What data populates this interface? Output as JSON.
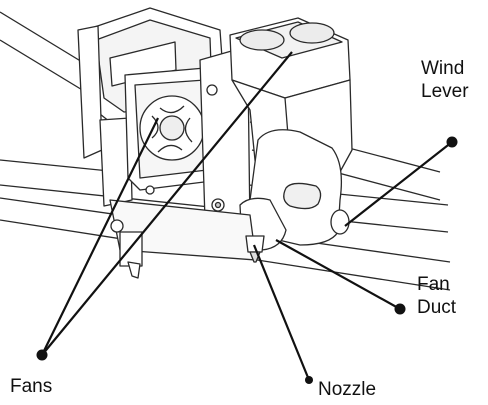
{
  "labels": {
    "wind_lever": {
      "line1": "Wind",
      "line2": "Lever"
    },
    "fan_duct": {
      "line1": "Fan",
      "line2": "Duct"
    },
    "fans": "Fans",
    "nozzle": "Nozzle"
  },
  "colors": {
    "line": "#111111",
    "part_stroke": "#2a2a2a",
    "part_fill": "#ffffff",
    "shade": "#e9e9e9"
  }
}
